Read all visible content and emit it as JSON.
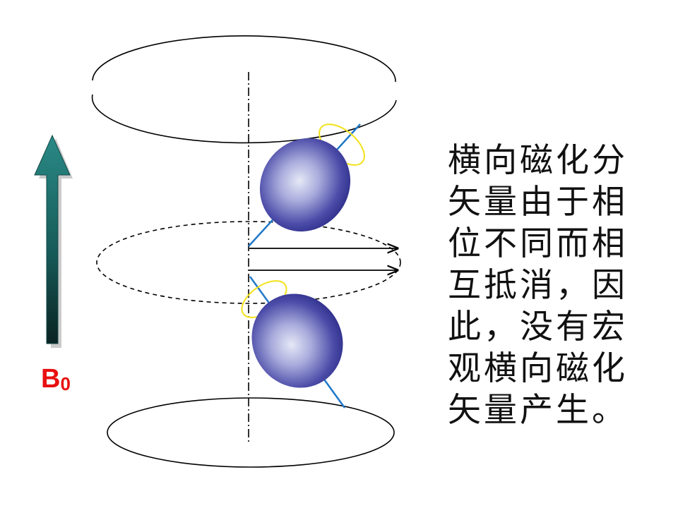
{
  "field_label": {
    "main": "B",
    "subscript": "0"
  },
  "caption_lines": [
    "横向磁化分",
    "矢量由于相",
    "位不同而相",
    "互抵消，因",
    "此，没有宏",
    "观横向磁化",
    "矢量产生。"
  ],
  "colors": {
    "field_label": "#e81010",
    "arrow_top": "#1f7f7c",
    "arrow_bottom": "#0d2a29",
    "spin_axis": "#1f78c8",
    "precession_ring": "#f2e21a",
    "spin_light": "#d8dcf2",
    "spin_dark": "#2e2e8e"
  }
}
